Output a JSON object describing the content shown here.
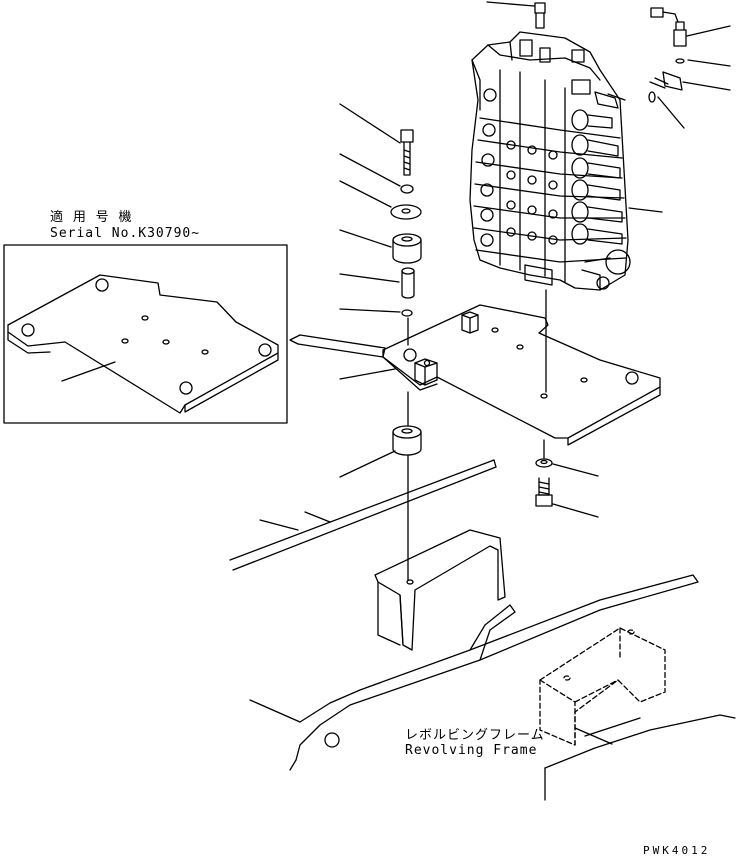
{
  "inset": {
    "title_jp": "適 用 号 機",
    "serial": "Serial No.K30790~"
  },
  "frame_label": {
    "jp": "レボルビングフレーム",
    "en": "Revolving Frame"
  },
  "drawing_code": "PWK4012"
}
